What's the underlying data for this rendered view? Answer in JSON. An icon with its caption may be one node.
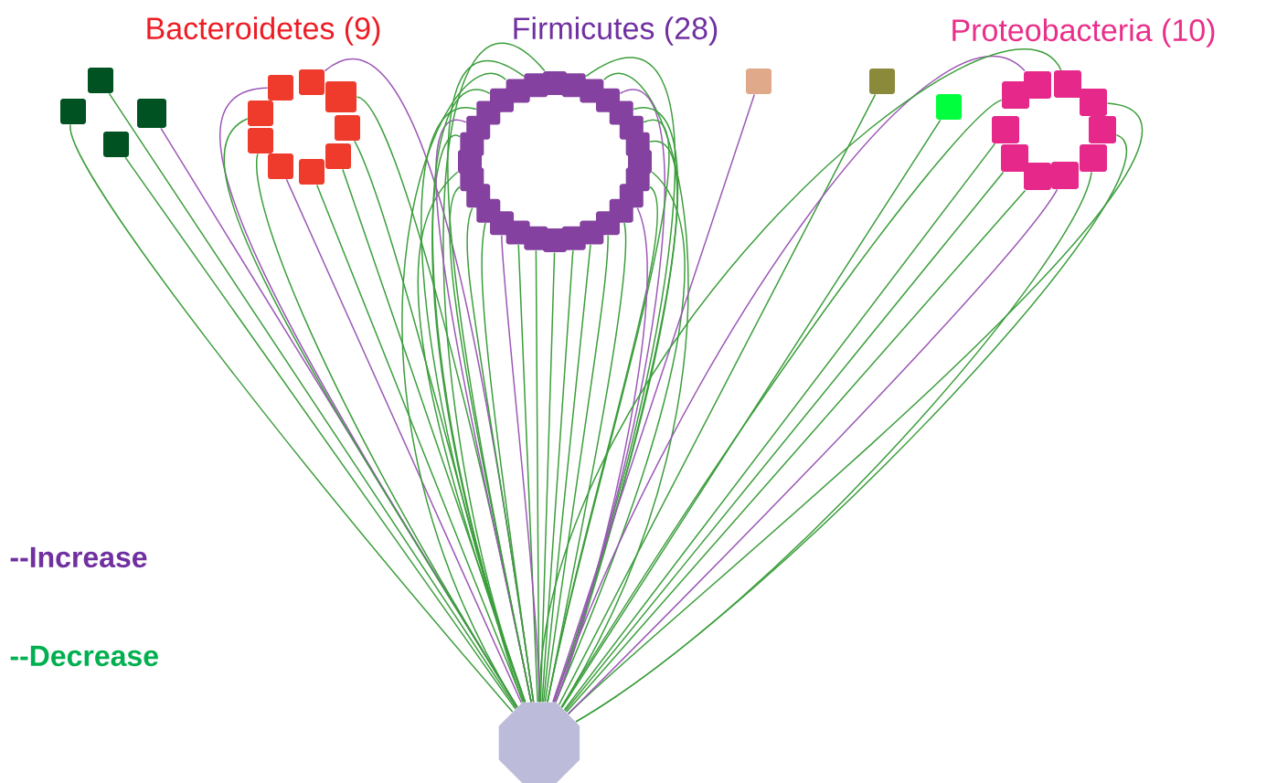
{
  "diagram": {
    "nodes": [
      {
        "text": [],
        "shape": "box"
      },
      {
        "text": [],
        "shape": "box"
      },
      {
        "text": [],
        "shape": "box"
      },
      {
        "text": [],
        "shape": "box"
      },
      {
        "text": [],
        "shape": "box"
      },
      {
        "text": [],
        "shape": "box"
      },
      {
        "text": [],
        "shape": "box"
      },
      {
        "text": [],
        "shape": "box"
      },
      {
        "text": [],
        "shape": "box"
      },
      {
        "text": [],
        "shape": "box"
      },
      {
        "text": [],
        "shape": "box"
      },
      {
        "text": [],
        "shape": "box"
      },
      {
        "text": [],
        "shape": "box"
      },
      {
        "text": [],
        "shape": "box"
      },
      {
        "text": [],
        "shape": "box"
      },
      {
        "text": [],
        "shape": "box"
      },
      {
        "text": [],
        "shape": "box"
      },
      {
        "text": [],
        "shape": "box"
      },
      {
        "text": [],
        "shape": "box"
      },
      {
        "text": [],
        "shape": "box"
      },
      {
        "text": [],
        "shape": "box"
      },
      {
        "text": [],
        "shape": "box"
      },
      {
        "text": [],
        "shape": "box"
      },
      {
        "text": [],
        "shape": "box"
      },
      {
        "text": [],
        "shape": "box"
      },
      {
        "text": [],
        "shape": "box"
      },
      {
        "text": [],
        "shape": "box"
      },
      {
        "text": [],
        "shape": "box"
      },
      {
        "text": [],
        "shape": "box"
      },
      {
        "text": [],
        "shape": "box"
      },
      {
        "text": [],
        "shape": "box"
      },
      {
        "text": [],
        "shape": "box"
      },
      {
        "text": [],
        "shape": "box"
      },
      {
        "text": [],
        "shape": "box"
      },
      {
        "text": [],
        "shape": "box"
      },
      {
        "text": [],
        "shape": "box"
      },
      {
        "text": [],
        "shape": "box"
      },
      {
        "text": [],
        "shape": "box"
      },
      {
        "text": [],
        "shape": "box"
      },
      {
        "text": [],
        "shape": "box"
      },
      {
        "text": [],
        "shape": "box"
      },
      {
        "text": [],
        "shape": "box"
      },
      {
        "text": [],
        "shape": "box"
      },
      {
        "text": [],
        "shape": "box"
      },
      {
        "text": [],
        "shape": "box"
      },
      {
        "text": [],
        "shape": "box"
      },
      {
        "text": [],
        "shape": "box"
      },
      {
        "text": [],
        "shape": "box"
      },
      {
        "text": [],
        "shape": "box"
      },
      {
        "text": [],
        "shape": "box"
      },
      {
        "text": [],
        "shape": "box"
      },
      {
        "text": [],
        "shape": "box"
      },
      {
        "text": [],
        "shape": "box"
      },
      {
        "text": [],
        "shape": "box"
      },
      {
        "text": [],
        "shape": "octagon"
      }
    ],
    "edges": [
      {
        "from": 0,
        "to": 54,
        "arrow": "none"
      },
      {
        "from": 1,
        "to": 54,
        "arrow": "none"
      },
      {
        "from": 2,
        "to": 54,
        "arrow": "none",
        "color": "#9b59b6"
      },
      {
        "from": 3,
        "to": 54,
        "arrow": "none"
      },
      {
        "from": 4,
        "to": 54,
        "arrow": "none",
        "color": "#9b59b6"
      },
      {
        "from": 5,
        "to": 54,
        "arrow": "none",
        "color": "#9b59b6"
      },
      {
        "from": 6,
        "to": 54,
        "arrow": "none"
      },
      {
        "from": 7,
        "to": 54,
        "arrow": "none"
      },
      {
        "from": 8,
        "to": 54,
        "arrow": "none"
      },
      {
        "from": 9,
        "to": 54,
        "arrow": "none"
      },
      {
        "from": 10,
        "to": 54,
        "arrow": "none",
        "color": "#9b59b6"
      },
      {
        "from": 11,
        "to": 54,
        "arrow": "none"
      },
      {
        "from": 12,
        "to": 54,
        "arrow": "none"
      },
      {
        "from": 13,
        "to": 54,
        "arrow": "none"
      },
      {
        "from": 14,
        "to": 54,
        "arrow": "none"
      },
      {
        "from": 15,
        "to": 54,
        "arrow": "none"
      },
      {
        "from": 16,
        "to": 54,
        "arrow": "none",
        "color": "#9b59b6"
      },
      {
        "from": 17,
        "to": 54,
        "arrow": "none"
      },
      {
        "from": 18,
        "to": 54,
        "arrow": "none"
      },
      {
        "from": 19,
        "to": 54,
        "arrow": "none"
      },
      {
        "from": 20,
        "to": 54,
        "arrow": "none"
      },
      {
        "from": 21,
        "to": 54,
        "arrow": "none"
      },
      {
        "from": 22,
        "to": 54,
        "arrow": "none",
        "color": "#9b59b6"
      },
      {
        "from": 23,
        "to": 54,
        "arrow": "none"
      },
      {
        "from": 24,
        "to": 54,
        "arrow": "none"
      },
      {
        "from": 25,
        "to": 54,
        "arrow": "none"
      },
      {
        "from": 26,
        "to": 54,
        "arrow": "none"
      },
      {
        "from": 27,
        "to": 54,
        "arrow": "none"
      },
      {
        "from": 28,
        "to": 54,
        "arrow": "none"
      },
      {
        "from": 29,
        "to": 54,
        "arrow": "none"
      },
      {
        "from": 30,
        "to": 54,
        "arrow": "none",
        "color": "#9b59b6"
      },
      {
        "from": 31,
        "to": 54,
        "arrow": "none"
      },
      {
        "from": 32,
        "to": 54,
        "arrow": "none"
      },
      {
        "from": 33,
        "to": 54,
        "arrow": "none"
      },
      {
        "from": 34,
        "to": 54,
        "arrow": "none"
      },
      {
        "from": 35,
        "to": 54,
        "arrow": "none"
      },
      {
        "from": 36,
        "to": 54,
        "arrow": "none",
        "color": "#9b59b6"
      },
      {
        "from": 37,
        "to": 54,
        "arrow": "none"
      },
      {
        "from": 38,
        "to": 54,
        "arrow": "none"
      },
      {
        "from": 39,
        "to": 54,
        "arrow": "none"
      },
      {
        "from": 40,
        "to": 54,
        "arrow": "none"
      },
      {
        "from": 41,
        "to": 54,
        "arrow": "none",
        "color": "#9b59b6"
      },
      {
        "from": 42,
        "to": 54,
        "arrow": "none"
      },
      {
        "from": 43,
        "to": 54,
        "arrow": "none"
      },
      {
        "from": 44,
        "to": 54,
        "arrow": "none"
      },
      {
        "from": 45,
        "to": 54,
        "arrow": "none",
        "color": "#9b59b6"
      },
      {
        "from": 46,
        "to": 54,
        "arrow": "none"
      },
      {
        "from": 47,
        "to": 54,
        "arrow": "none"
      },
      {
        "from": 48,
        "to": 54,
        "arrow": "none"
      },
      {
        "from": 49,
        "to": 54,
        "arrow": "none"
      },
      {
        "from": 50,
        "to": 54,
        "arrow": "none",
        "color": "#9b59b6"
      },
      {
        "from": 51,
        "to": 54,
        "arrow": "none"
      },
      {
        "from": 52,
        "to": 54,
        "arrow": "none"
      },
      {
        "from": 53,
        "to": 54,
        "arrow": "none"
      }
    ],
    "labels": [
      "Bacteroidetes (9)",
      "Firmicutes (28)",
      "Proteobacteria (10)"
    ],
    "legend": [
      {
        "text": "--Increase",
        "color": "#7030a0"
      },
      {
        "text": "--Decrease",
        "color": "#00b050"
      }
    ]
  }
}
